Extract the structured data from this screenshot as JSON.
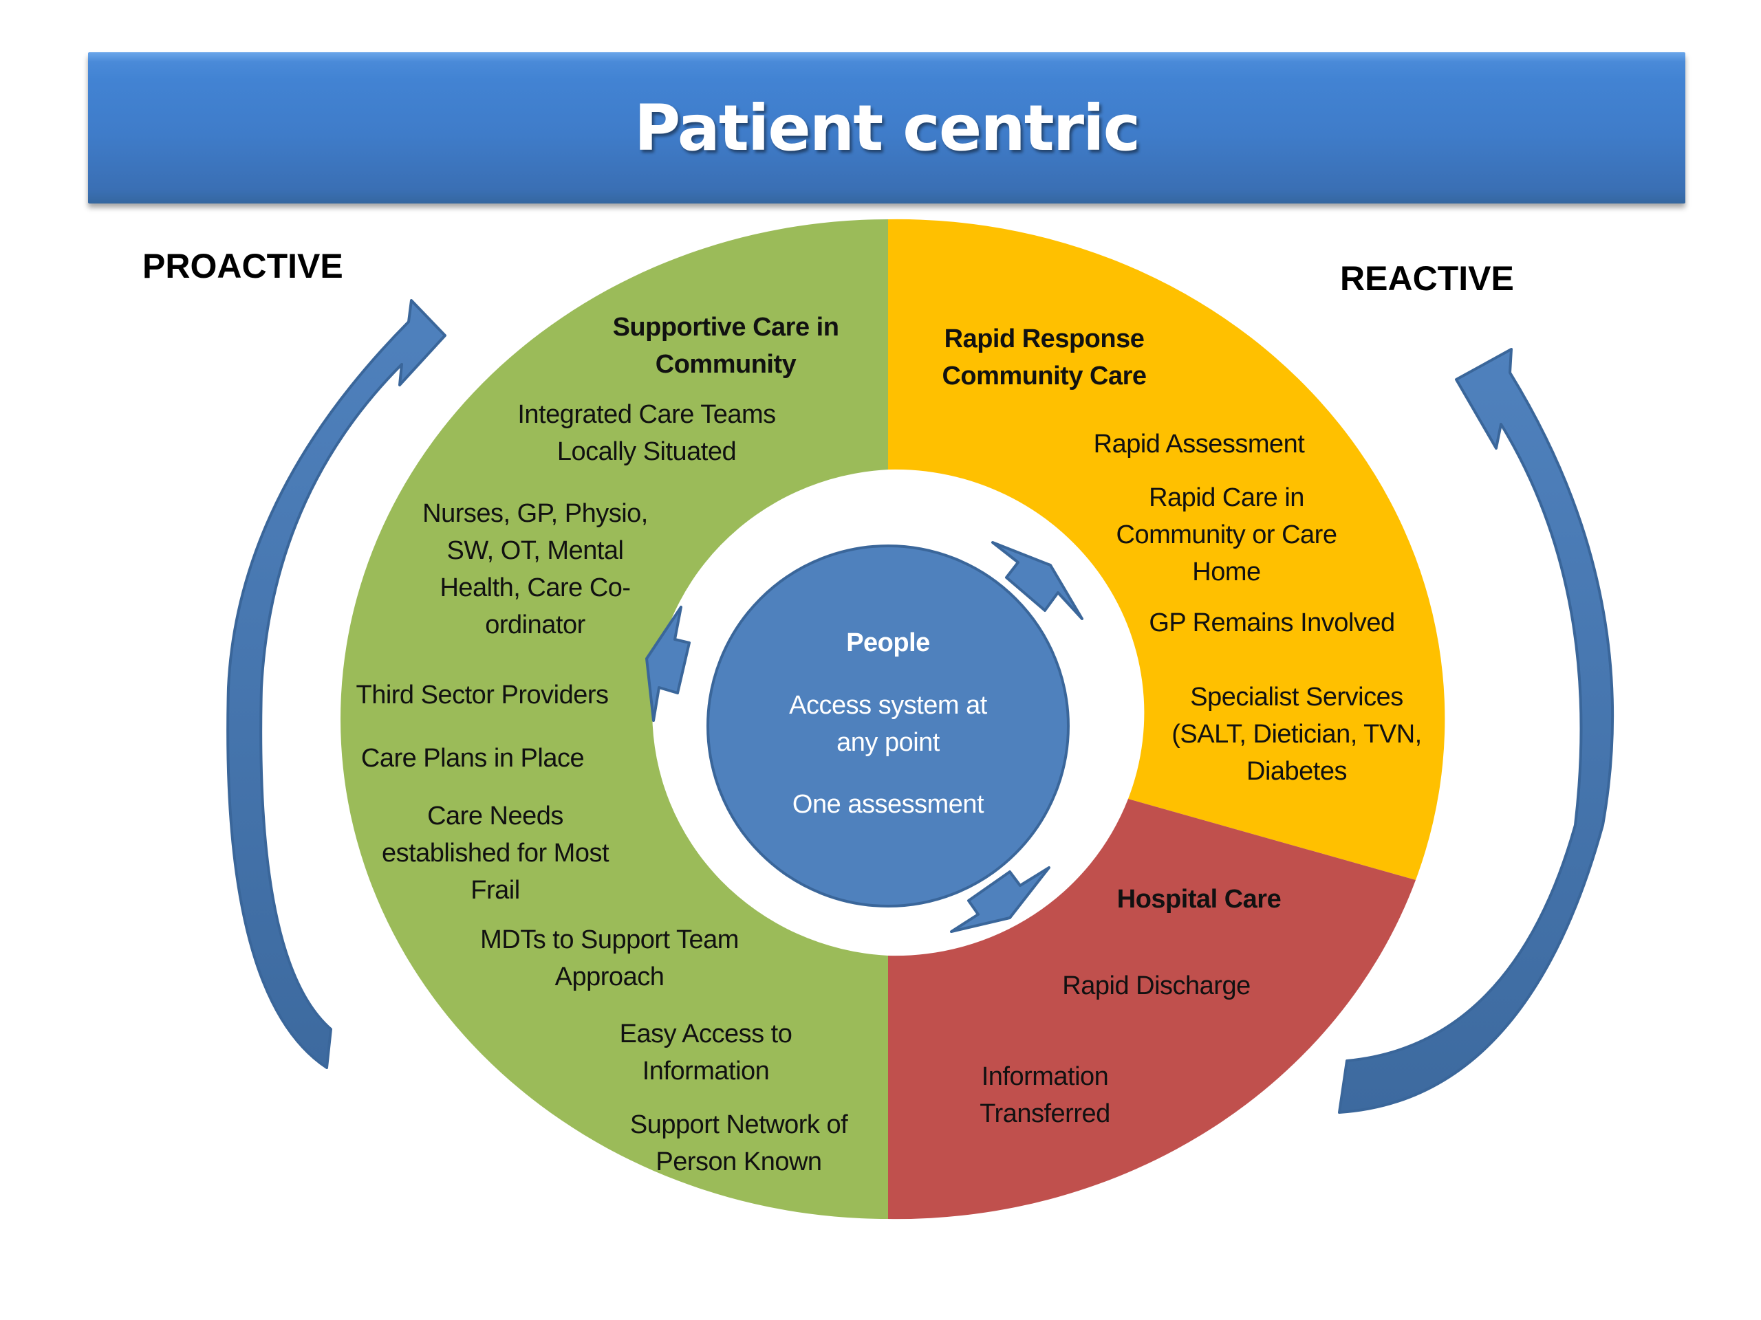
{
  "title": "Patient centric",
  "side_labels": {
    "left": "PROACTIVE",
    "right": "REACTIVE"
  },
  "colors": {
    "banner": "#4283D3",
    "supportive_segment": "#9BBB59",
    "rapid_response_segment": "#FFC000",
    "hospital_segment": "#C0504D",
    "center_circle": "#4F81BD",
    "arrows": "#4F81BD",
    "arrow_outline": "#3A669A"
  },
  "center": {
    "heading": "People",
    "lines": [
      "Access system at",
      "any point",
      "One assessment"
    ]
  },
  "segments": [
    {
      "id": "supportive",
      "heading": [
        "Supportive Care in",
        "Community"
      ],
      "items": [
        [
          "Integrated Care Teams",
          "Locally Situated"
        ],
        [
          "Nurses, GP, Physio,",
          "SW, OT, Mental",
          "Health, Care Co-",
          "ordinator"
        ],
        [
          "Third Sector Providers"
        ],
        [
          "Care Plans in Place"
        ],
        [
          "Care Needs",
          "established for Most",
          "Frail"
        ],
        [
          "MDTs to Support Team",
          "Approach"
        ],
        [
          "Easy Access to",
          "Information"
        ],
        [
          "Support Network of",
          "Person Known"
        ]
      ]
    },
    {
      "id": "rapid-response",
      "heading": [
        "Rapid Response",
        "Community Care"
      ],
      "items": [
        [
          "Rapid Assessment"
        ],
        [
          "Rapid Care in",
          "Community or Care",
          "Home"
        ],
        [
          "GP Remains Involved"
        ],
        [
          "Specialist Services",
          "(SALT, Dietician, TVN,",
          "Diabetes"
        ]
      ]
    },
    {
      "id": "hospital",
      "heading": [
        "Hospital Care"
      ],
      "items": [
        [
          "Rapid Discharge"
        ],
        [
          "Information",
          "Transferred"
        ]
      ]
    }
  ],
  "icons": {
    "proactive_arrow": "curved-arrow-up-right",
    "reactive_arrow": "curved-arrow-up-left",
    "cycle_arrows": "striped-arrow-clockwise"
  }
}
